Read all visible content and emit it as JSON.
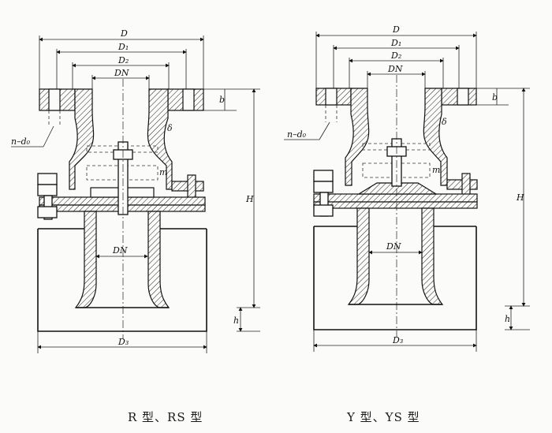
{
  "figures": [
    {
      "id": "left",
      "caption": "R 型、RS 型",
      "labels": {
        "D": "D",
        "D1": "D₁",
        "D2": "D₂",
        "DN_top": "DN",
        "b": "b",
        "nd0": "n–d₀",
        "delta": "δ",
        "m": "m",
        "H": "H",
        "DN_bottom": "DN",
        "h": "h",
        "D3": "D₃"
      }
    },
    {
      "id": "right",
      "caption": "Y 型、YS 型",
      "labels": {
        "D": "D",
        "D1": "D₁",
        "D2": "D₂",
        "DN_top": "DN",
        "b": "b",
        "nd0": "n–d₀",
        "delta": "δ",
        "m": "m",
        "H": "H",
        "DN_bottom": "DN",
        "h": "h",
        "D3": "D₃"
      }
    }
  ]
}
